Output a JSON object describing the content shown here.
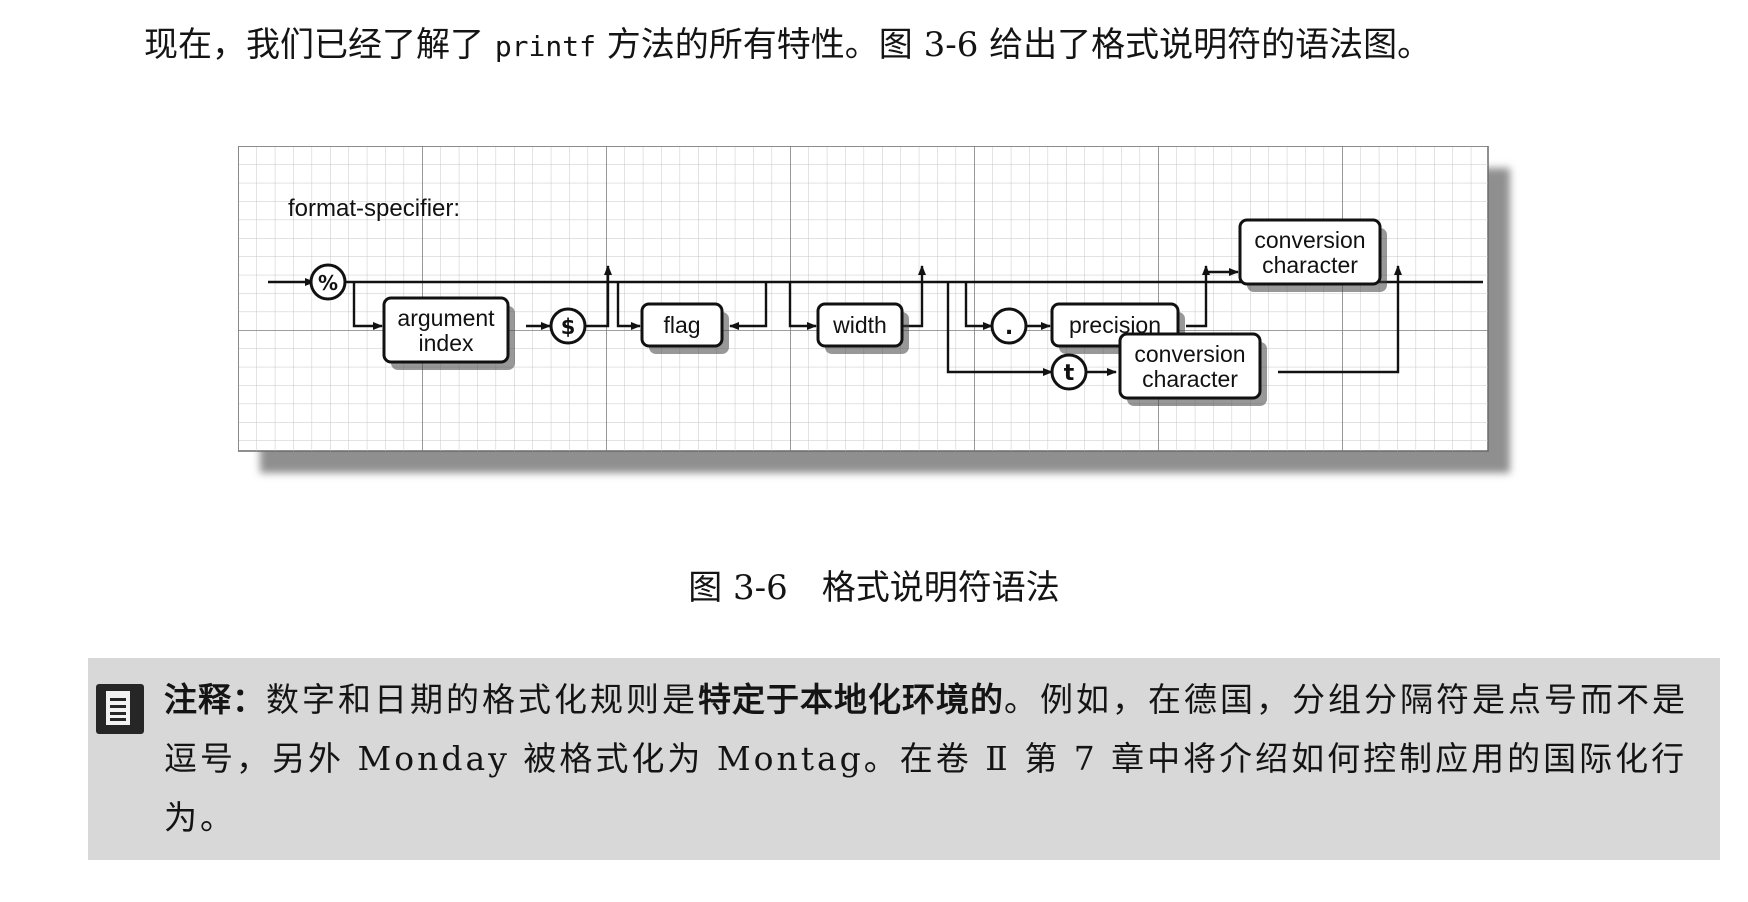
{
  "intro": {
    "before": "现在，我们已经了解了 ",
    "code": "printf",
    "after": " 方法的所有特性。图 3-6 给出了格式说明符的语法图。"
  },
  "diagram": {
    "label": "format-specifier:",
    "percent": "%",
    "argument_index_line1": "argument",
    "argument_index_line2": "index",
    "dollar": "$",
    "flag": "flag",
    "width": "width",
    "dot": ".",
    "precision": "precision",
    "t": "t",
    "conversion1_line1": "conversion",
    "conversion1_line2": "character",
    "conversion2_line1": "conversion",
    "conversion2_line2": "character"
  },
  "caption": {
    "number": "图 3-6",
    "title": "格式说明符语法"
  },
  "note": {
    "icon": "note-document-icon",
    "label": "注释：",
    "text1": "数字和日期的格式化规则是",
    "emphasis": "特定于本地化环境的",
    "text2": "。例如，在德国，分组分隔符是点号而不是逗号，另外 Monday 被格式化为 Montag。在卷 Ⅱ 第 7 章中将介绍如何控制应用的国际化行为。"
  }
}
